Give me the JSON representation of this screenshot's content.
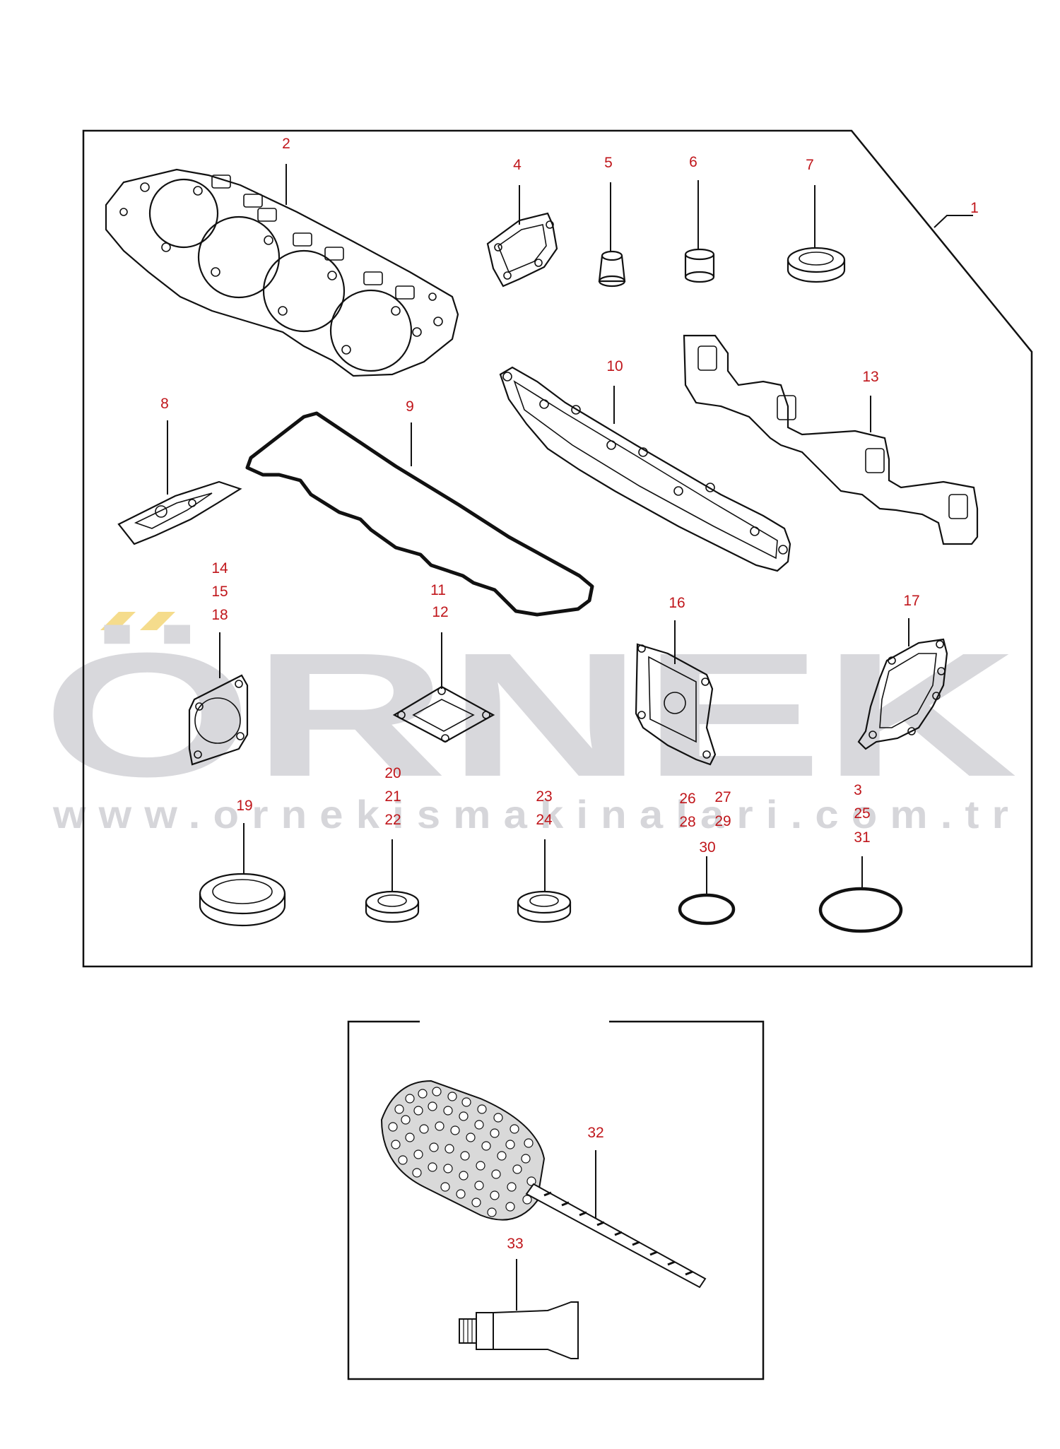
{
  "watermark": {
    "brand": "ÖRNEK",
    "url": "www.ornekismakinalari.com.tr",
    "brand_color": "#d8d8dc",
    "accent_color": "#f5dc8c"
  },
  "label_color": "#c0161b",
  "labels": {
    "l1": "1",
    "l2": "2",
    "l3": "3",
    "l4": "4",
    "l5": "5",
    "l6": "6",
    "l7": "7",
    "l8": "8",
    "l9": "9",
    "l10": "10",
    "l11": "11",
    "l12": "12",
    "l13": "13",
    "l14": "14",
    "l15": "15",
    "l16": "16",
    "l17": "17",
    "l18": "18",
    "l19": "19",
    "l20": "20",
    "l21": "21",
    "l22": "22",
    "l23": "23",
    "l24": "24",
    "l25": "25",
    "l26": "26",
    "l27": "27",
    "l28": "28",
    "l29": "29",
    "l30": "30",
    "l31": "31",
    "l32": "32",
    "l33": "33"
  },
  "icons": [
    "head-gasket-icon",
    "valve-seal-icon",
    "seal-ring-icon",
    "o-ring-icon",
    "manifold-gasket-icon",
    "valve-cover-gasket-icon",
    "brush-icon",
    "sealant-tube-icon"
  ]
}
